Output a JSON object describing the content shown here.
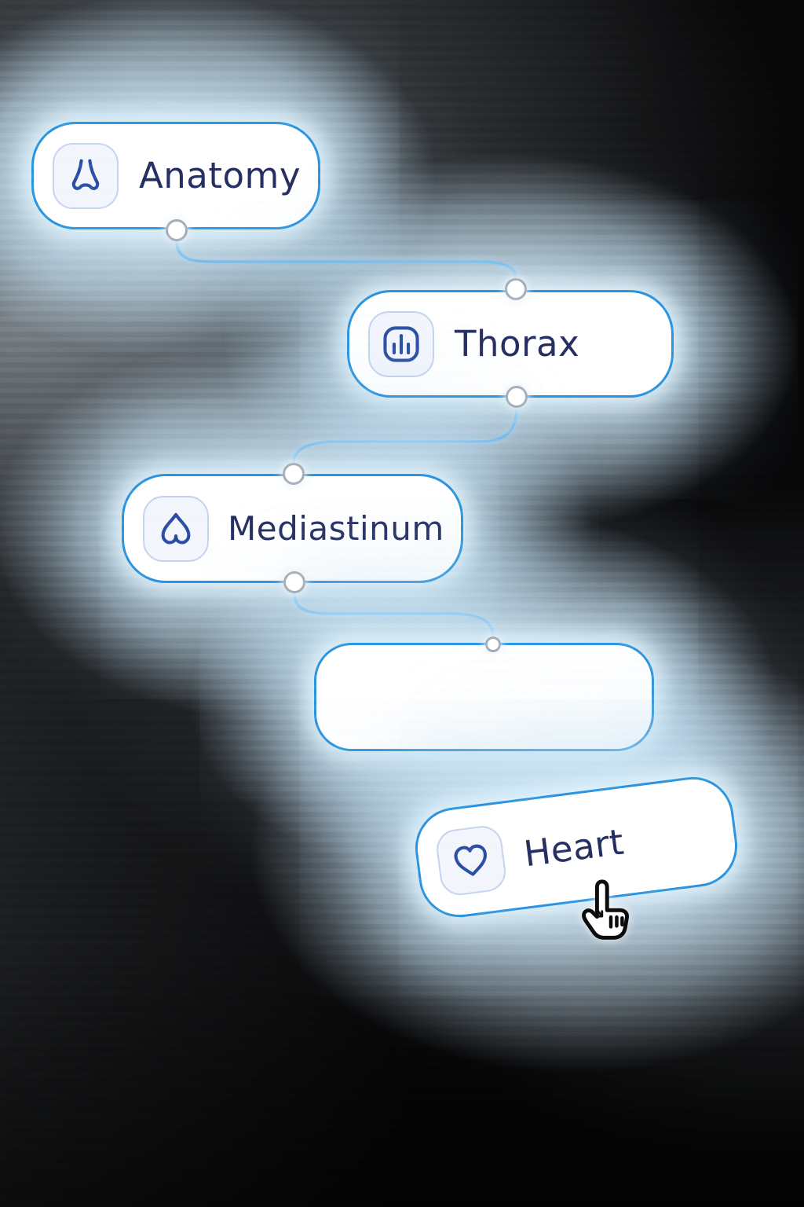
{
  "diagram": {
    "title": "Anatomy hierarchy node graph",
    "nodes": [
      {
        "label": "Anatomy",
        "icon": "nose-icon"
      },
      {
        "label": "Thorax",
        "icon": "ribcage-icon"
      },
      {
        "label": "Mediastinum",
        "icon": "inverted-heart-icon"
      },
      {
        "label": "",
        "icon": ""
      },
      {
        "label": "Heart",
        "icon": "heart-icon"
      }
    ],
    "edges": [
      {
        "from": "Anatomy",
        "to": "Thorax"
      },
      {
        "from": "Thorax",
        "to": "Mediastinum"
      },
      {
        "from": "Mediastinum",
        "to": ""
      }
    ],
    "cursor": {
      "type": "hand-pointer"
    },
    "colors": {
      "node_border": "#2e96e0",
      "node_background": "#ffffff",
      "label_text": "#272f63",
      "icon_stroke": "#2d4fa5",
      "icon_box_background": "#f3f6fd",
      "icon_box_border": "#c6d4ef",
      "edge_line": "#46a5e8",
      "connector_border": "#a8b1bb",
      "background": "#070708",
      "glow": "#dceefb"
    }
  }
}
